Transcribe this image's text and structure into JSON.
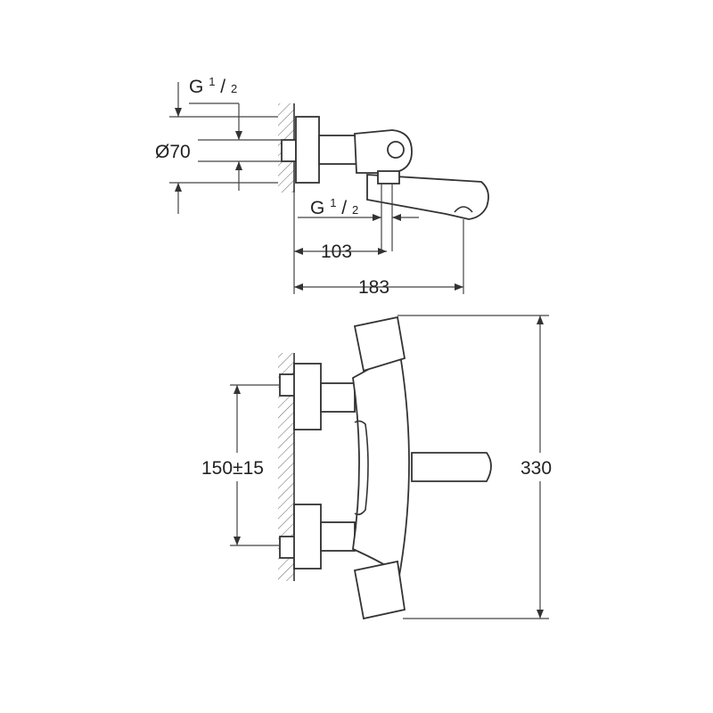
{
  "top_view": {
    "g_thread_top": {
      "letter": "G",
      "num": "1",
      "den": "2"
    },
    "diameter": "Ø70",
    "g_thread_spout": {
      "letter": "G",
      "num": "1",
      "den": "2"
    },
    "dim_103": "103",
    "dim_183": "183"
  },
  "front_view": {
    "dim_spacing": "150±15",
    "dim_height": "330"
  }
}
